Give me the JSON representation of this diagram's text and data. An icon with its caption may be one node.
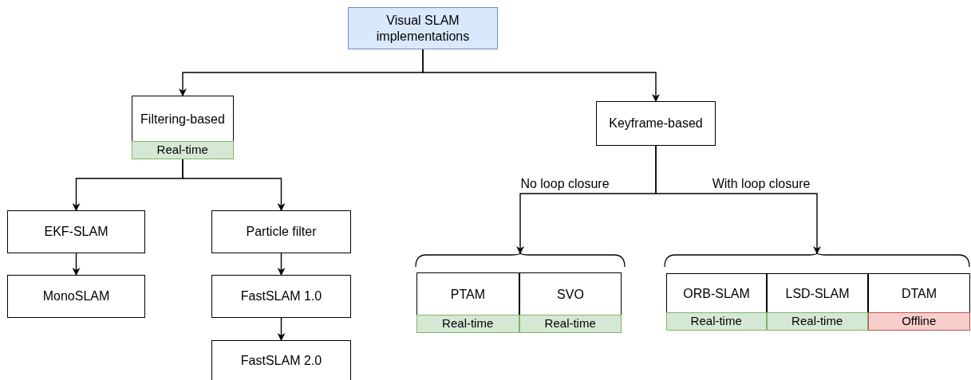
{
  "diagram": {
    "nodes": [
      {
        "text": [
          "Visual SLAM implementations"
        ]
      },
      {
        "text": [
          "Filtering-based"
        ]
      },
      {
        "text": [
          "Real-time"
        ],
        "in": 1
      },
      {
        "text": [
          "Keyframe-based"
        ]
      },
      {
        "text": [
          "EKF-SLAM"
        ]
      },
      {
        "text": [
          "Particle filter"
        ]
      },
      {
        "text": [
          "MonoSLAM"
        ]
      },
      {
        "text": [
          "FastSLAM 1.0"
        ]
      },
      {
        "text": [
          "FastSLAM 2.0"
        ]
      },
      {
        "text": [],
        "shape": "brace"
      },
      {
        "text": [],
        "shape": "brace"
      },
      {
        "text": [
          "PTAM"
        ]
      },
      {
        "text": [
          "Real-time"
        ],
        "in": 11
      },
      {
        "text": [
          "SVO"
        ]
      },
      {
        "text": [
          "Real-time"
        ],
        "in": 13
      },
      {
        "text": [
          "ORB-SLAM"
        ]
      },
      {
        "text": [
          "Real-time"
        ],
        "in": 15
      },
      {
        "text": [
          "LSD-SLAM"
        ]
      },
      {
        "text": [
          "Real-time"
        ],
        "in": 17
      },
      {
        "text": [
          "DTAM"
        ]
      },
      {
        "text": [
          "Offline"
        ],
        "in": 19
      }
    ],
    "edges": [
      {
        "from": 0,
        "to": 1,
        "arrow": "to"
      },
      {
        "from": 0,
        "to": 3,
        "arrow": "to"
      },
      {
        "from": 1,
        "to": 4,
        "arrow": "to"
      },
      {
        "from": 1,
        "to": 5,
        "arrow": "to"
      },
      {
        "from": 4,
        "to": 6,
        "arrow": "to"
      },
      {
        "from": 5,
        "to": 7,
        "arrow": "to"
      },
      {
        "from": 7,
        "to": 8,
        "arrow": "to"
      },
      {
        "from": 3,
        "to": 9,
        "arrow": "to",
        "label": "No loop closure"
      },
      {
        "from": 3,
        "to": 10,
        "arrow": "to",
        "label": "With loop closure"
      }
    ]
  }
}
